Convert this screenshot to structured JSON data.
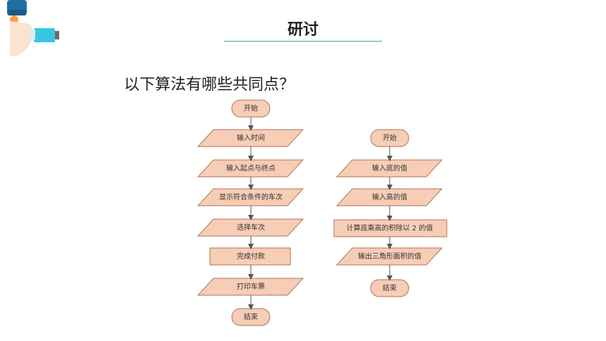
{
  "header": {
    "title": "研讨"
  },
  "question": "以下算法有哪些共同点？",
  "colors": {
    "node_fill": "#f7cdb6",
    "node_stroke": "#b0725a",
    "accent": "#3aa7a0"
  },
  "flow_left": {
    "start": "开始",
    "n1": "输入时间",
    "n2": "输入起点与终点",
    "n3": "显示符合条件的车次",
    "n4": "选择车次",
    "n5": "完成付款",
    "n6": "打印车票",
    "end": "结束"
  },
  "flow_right": {
    "start": "开始",
    "n1": "输入底的值",
    "n2": "输入高的值",
    "n3": "计算底乘高的积除以 2 的值",
    "n4": "输出三角形面积的值",
    "end": "结束"
  }
}
